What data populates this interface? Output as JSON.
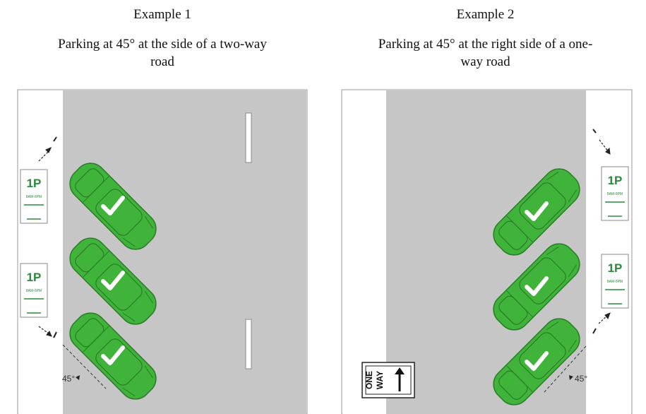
{
  "example1": {
    "heading": "Example 1",
    "caption_line1": "Parking at 45° at the side of a two-way",
    "caption_line2": "road",
    "angle_label": "45°",
    "signs": [
      {
        "label": "1P",
        "sub": "8AM-6PM"
      },
      {
        "label": "1P",
        "sub": "8AM-6PM"
      }
    ]
  },
  "example2": {
    "heading": "Example 2",
    "caption_line1": "Parking at 45° at the right side of a one-",
    "caption_line2": "way road",
    "angle_label": "45°",
    "one_way_sign": {
      "line1": "ONE",
      "line2": "WAY"
    },
    "signs": [
      {
        "label": "1P",
        "sub": "8AM-6PM"
      },
      {
        "label": "1P",
        "sub": "8AM-6PM"
      }
    ]
  },
  "colors": {
    "road": "#c6c6c6",
    "footpath": "#ffffff",
    "car_fill": "#3fb33a",
    "car_dark": "#2a7d27",
    "sign_green": "#2a8a3a",
    "tick": "#ffffff",
    "marker": "#222222"
  }
}
